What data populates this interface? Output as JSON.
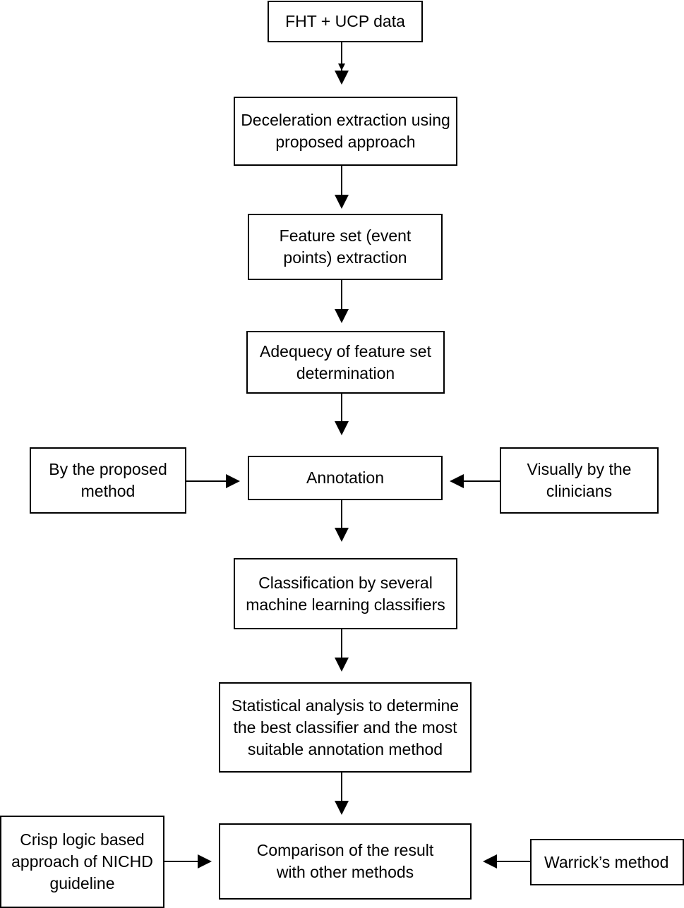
{
  "diagram": {
    "nodes": [
      {
        "id": "input",
        "label": "FHT + UCP data"
      },
      {
        "id": "decel",
        "label": "Deceleration extraction using\nproposed approach"
      },
      {
        "id": "feature",
        "label": "Feature set (event\npoints) extraction"
      },
      {
        "id": "adequacy",
        "label": "Adequecy of feature set\ndetermination"
      },
      {
        "id": "annotation",
        "label": "Annotation"
      },
      {
        "id": "proposed",
        "label": "By the proposed\nmethod"
      },
      {
        "id": "visual",
        "label": "Visually by the\nclinicians"
      },
      {
        "id": "classification",
        "label": "Classification by several\nmachine learning classifiers"
      },
      {
        "id": "stats",
        "label": "Statistical analysis to determine\nthe best classifier and the most\nsuitable annotation method"
      },
      {
        "id": "comparison",
        "label": "Comparison of the result\nwith other methods"
      },
      {
        "id": "crisp",
        "label": "Crisp logic based\napproach of NICHD\nguideline"
      },
      {
        "id": "warrick",
        "label": "Warrick’s method"
      }
    ],
    "edges": [
      {
        "from": "input",
        "to": "decel"
      },
      {
        "from": "decel",
        "to": "feature"
      },
      {
        "from": "feature",
        "to": "adequacy"
      },
      {
        "from": "adequacy",
        "to": "annotation"
      },
      {
        "from": "proposed",
        "to": "annotation"
      },
      {
        "from": "visual",
        "to": "annotation"
      },
      {
        "from": "annotation",
        "to": "classification"
      },
      {
        "from": "classification",
        "to": "stats"
      },
      {
        "from": "stats",
        "to": "comparison"
      },
      {
        "from": "crisp",
        "to": "comparison"
      },
      {
        "from": "warrick",
        "to": "comparison"
      }
    ]
  }
}
